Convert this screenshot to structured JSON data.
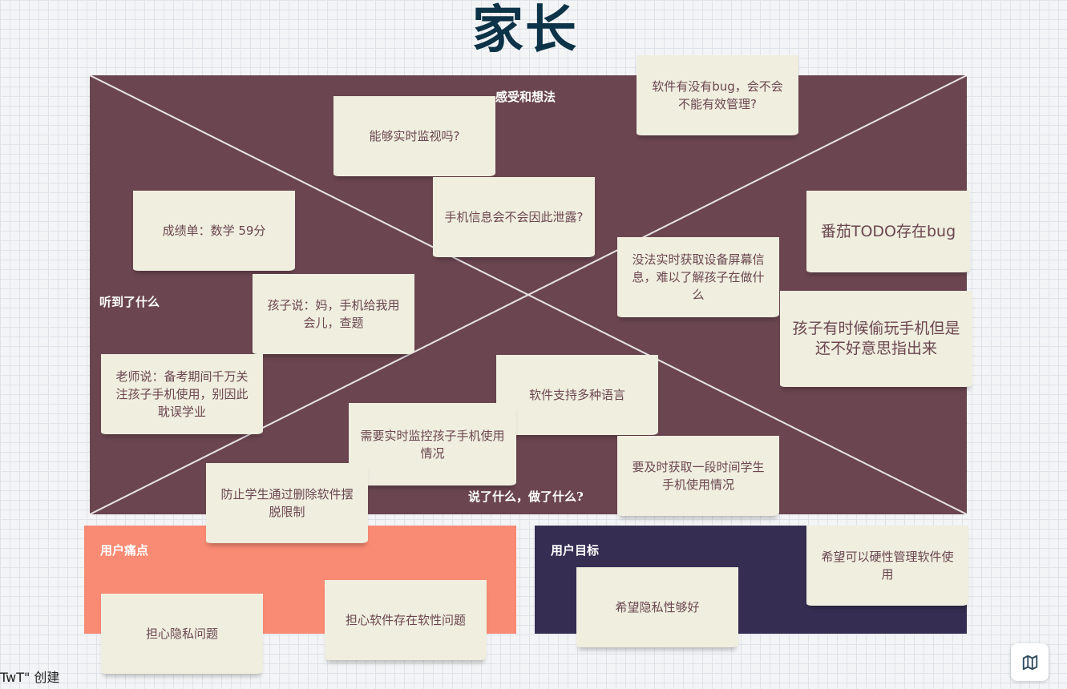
{
  "title": "家长",
  "quadrants": {
    "think_feel": "感受和想法",
    "hear": "听到了什么",
    "say_do": "说了什么，做了什么?"
  },
  "pain_panel": {
    "label": "用户痛点"
  },
  "goal_panel": {
    "label": "用户目标"
  },
  "notes": {
    "bug_manage": "软件有没有bug，会不会不能有效管理?",
    "monitor": "能够实时监视吗?",
    "leak": "手机信息会不会因此泄露?",
    "tomato_bug": "番茄TODO存在bug",
    "score": "成绩单：数学 59分",
    "screen_info": "没法实时获取设备屏幕信息，难以了解孩子在做什么",
    "child_says": "孩子说：妈，手机给我用会儿，查题",
    "secret_play": "孩子有时候偷玩手机但是还不好意思指出来",
    "teacher_says": "老师说：备考期间千万关注孩子手机使用，别因此耽误学业",
    "multi_lang": "软件支持多种语言",
    "need_monitor": "需要实时监控孩子手机使用情况",
    "usage_period": "要及时获取一段时间学生手机使用情况",
    "prevent_delete": "防止学生通过删除软件摆脱限制",
    "privacy_worry": "担心隐私问题",
    "software_issue": "担心软件存在软性问题",
    "privacy_goal": "希望隐私性够好",
    "hard_manage": "希望可以硬性管理软件使用"
  },
  "footer": "TwT\" 创建",
  "icons": {
    "map_button": "map-icon"
  },
  "colors": {
    "map_bg": "#6b4650",
    "pain_bg": "#f98a73",
    "goal_bg": "#352e52",
    "note_bg": "#efeedf",
    "note_text": "#6b4650",
    "title": "#0c3347"
  }
}
